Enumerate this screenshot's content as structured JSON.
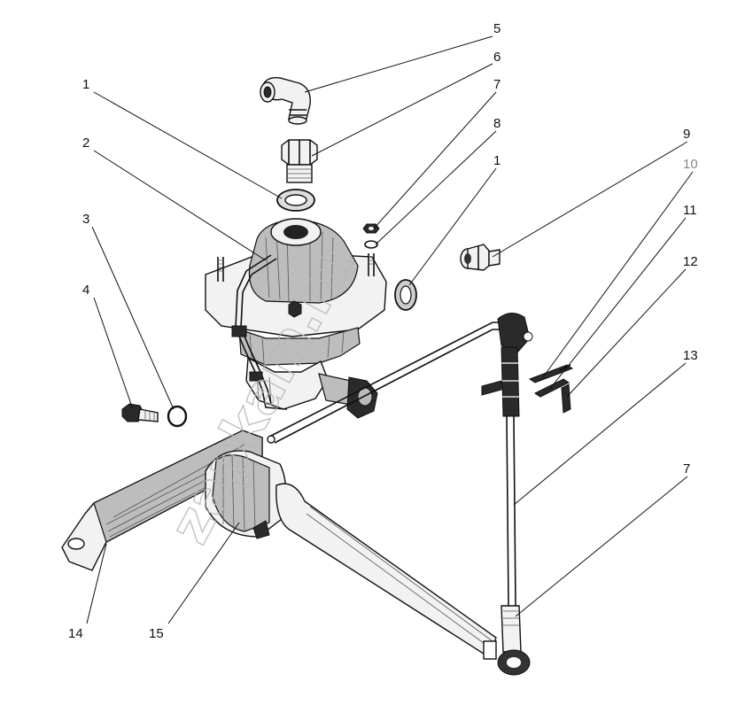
{
  "watermark": "zapkam.ru",
  "callouts": [
    {
      "id": "c5a",
      "text": "5"
    },
    {
      "id": "c6",
      "text": "6"
    },
    {
      "id": "c1a",
      "text": "1"
    },
    {
      "id": "c7a",
      "text": "7"
    },
    {
      "id": "c8",
      "text": "8"
    },
    {
      "id": "c2",
      "text": "2"
    },
    {
      "id": "c9",
      "text": "9"
    },
    {
      "id": "c10",
      "text": "10"
    },
    {
      "id": "c1b",
      "text": "1"
    },
    {
      "id": "c3",
      "text": "3"
    },
    {
      "id": "c11",
      "text": "11"
    },
    {
      "id": "c12",
      "text": "12"
    },
    {
      "id": "c4",
      "text": "4"
    },
    {
      "id": "c13",
      "text": "13"
    },
    {
      "id": "c7b",
      "text": "7"
    },
    {
      "id": "c14",
      "text": "14"
    },
    {
      "id": "c15",
      "text": "15"
    }
  ],
  "colors": {
    "ink": "#111111",
    "grey_label": "#888888",
    "watermark": "#b8b8b8"
  }
}
